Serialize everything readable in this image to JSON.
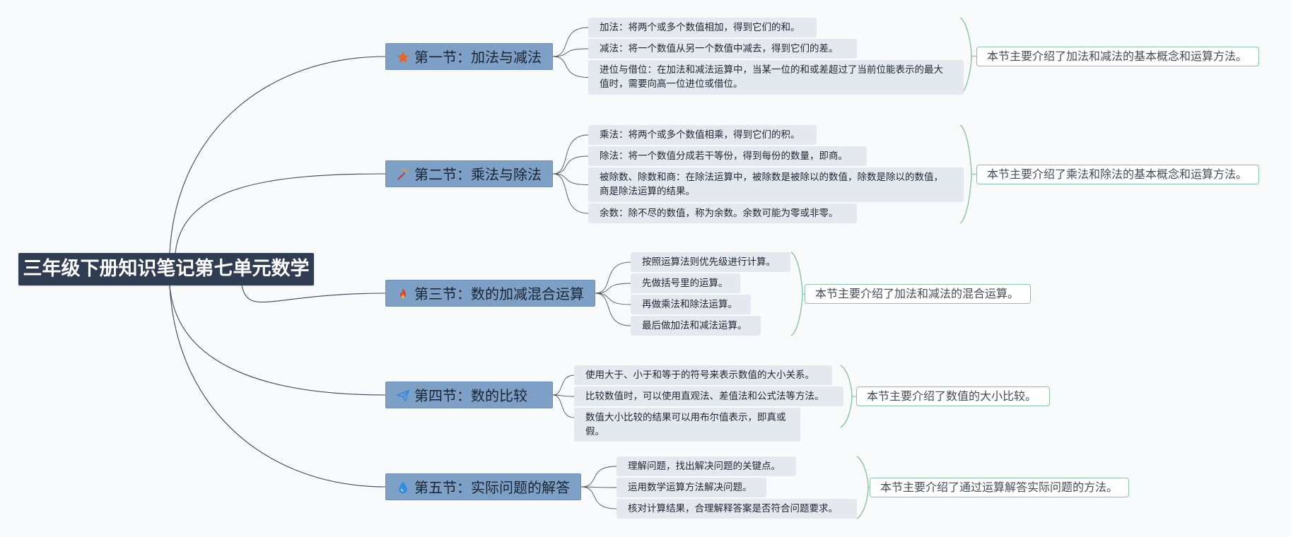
{
  "root": {
    "title": "三年级下册知识笔记第七单元数学"
  },
  "sections": [
    {
      "title": "第一节：加法与减法",
      "icon": "star-icon",
      "icon_color": "#e0682f",
      "items": [
        "加法：将两个或多个数值相加，得到它们的和。",
        "减法：将一个数值从另一个数值中减去，得到它们的差。",
        "进位与借位：在加法和减法运算中，当某一位的和或差超过了当前位能表示的最大值时，需要向高一位进位或借位。"
      ],
      "summary": "本节主要介绍了加法和减法的基本概念和运算方法。"
    },
    {
      "title": "第二节：乘法与除法",
      "icon": "magic-wand-icon",
      "icon_color": "#c63a2f",
      "items": [
        "乘法：将两个或多个数值相乘，得到它们的积。",
        "除法：将一个数值分成若干等份，得到每份的数量，即商。",
        "被除数、除数和商：在除法运算中，被除数是被除以的数值，除数是除以的数值，商是除法运算的结果。",
        "余数：除不尽的数值，称为余数。余数可能为零或非零。"
      ],
      "summary": "本节主要介绍了乘法和除法的基本概念和运算方法。"
    },
    {
      "title": "第三节：数的加减混合运算",
      "icon": "fire-icon",
      "icon_color": "#e0402a",
      "items": [
        "按照运算法则优先级进行计算。",
        "先做括号里的运算。",
        "再做乘法和除法运算。",
        "最后做加法和减法运算。"
      ],
      "summary": "本节主要介绍了加法和减法的混合运算。"
    },
    {
      "title": "第四节：数的比较",
      "icon": "paper-plane-icon",
      "icon_color": "#3a86d8",
      "items": [
        "使用大于、小于和等于的符号来表示数值的大小关系。",
        "比较数值时，可以使用直观法、差值法和公式法等方法。",
        "数值大小比较的结果可以用布尔值表示，即真或假。"
      ],
      "summary": "本节主要介绍了数值的大小比较。"
    },
    {
      "title": "第五节：实际问题的解答",
      "icon": "water-drop-icon",
      "icon_color": "#2e8fe0",
      "items": [
        "理解问题，找出解决问题的关键点。",
        "运用数学运算方法解决问题。",
        "核对计算结果，合理解释答案是否符合问题要求。"
      ],
      "summary": "本节主要介绍了通过运算解答实际问题的方法。"
    }
  ],
  "colors": {
    "root_bg": "#2f3c52",
    "section_bg": "#7ea0c6",
    "leaf_bg": "#e4e8ef",
    "summary_border": "#8cc1a4",
    "link": "#3b4657"
  }
}
